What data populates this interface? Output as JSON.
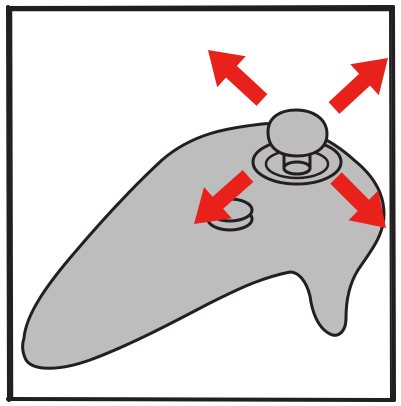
{
  "illustration": {
    "subject": "controller-thumbstick-tilt-directions",
    "colors": {
      "background": "#ffffff",
      "frame": "#231f20",
      "controller_body": "#bdbdbd",
      "outline": "#231f20",
      "arrow": "#e8221b"
    },
    "arrows": [
      {
        "name": "arrow-up-left",
        "direction": "up-left"
      },
      {
        "name": "arrow-up-right",
        "direction": "up-right"
      },
      {
        "name": "arrow-down-left",
        "direction": "down-left"
      },
      {
        "name": "arrow-down-right",
        "direction": "down-right"
      }
    ]
  }
}
